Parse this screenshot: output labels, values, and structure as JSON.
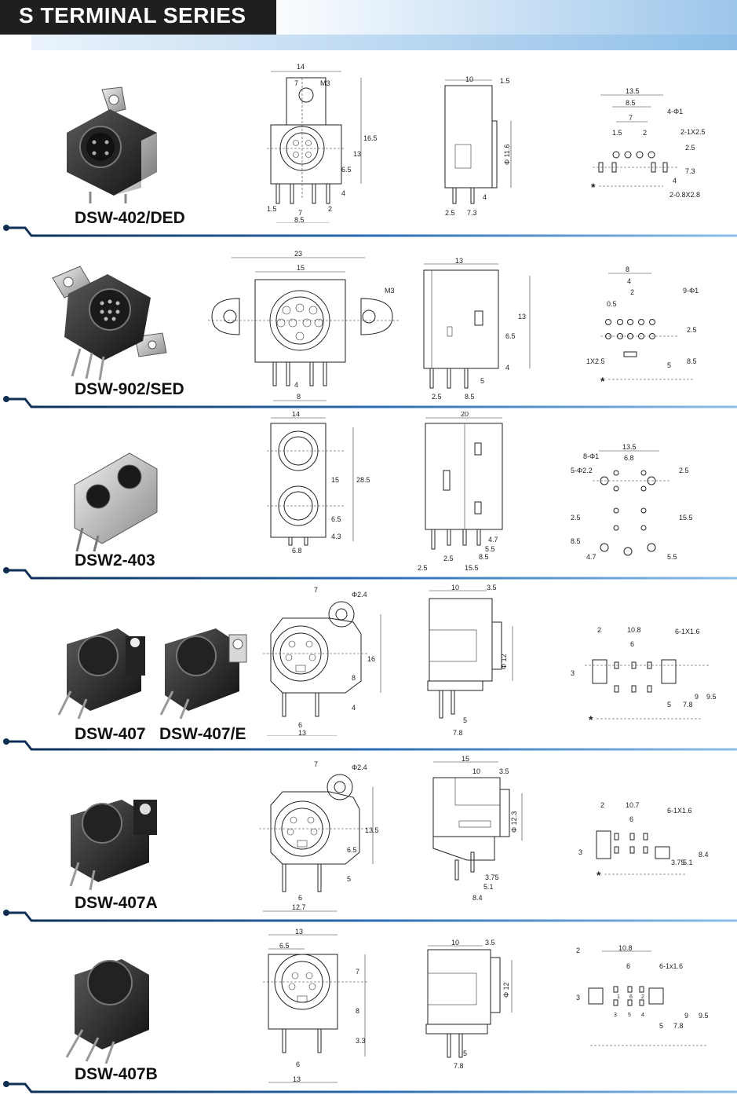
{
  "header": {
    "title": "S TERMINAL SERIES"
  },
  "sections": [
    {
      "model": "DSW-402/DED",
      "front": [
        "14",
        "7",
        "M3",
        "16.5",
        "13",
        "6.5",
        "4",
        "1.5",
        "7",
        "2",
        "8.5"
      ],
      "side": [
        "10",
        "1.5",
        "Φ 11.6",
        "4",
        "2.5",
        "7.3"
      ],
      "pcb": [
        "13.5",
        "8.5",
        "7",
        "4-Φ1",
        "1.5",
        "2",
        "2-1X2.5",
        "2.5",
        "7.3",
        "4",
        "2-0.8X2.8",
        "*"
      ]
    },
    {
      "model": "DSW-902/SED",
      "front": [
        "23",
        "15",
        "M3",
        "4",
        "8"
      ],
      "side": [
        "13",
        "13",
        "6.5",
        "4",
        "5",
        "2.5",
        "8.5"
      ],
      "pcb": [
        "8",
        "4",
        "2",
        "0.5",
        "9-Φ1",
        "2.5",
        "1X2.5",
        "5",
        "8.5",
        "*"
      ]
    },
    {
      "model": "DSW2-403",
      "front": [
        "14",
        "28.5",
        "15",
        "6.5",
        "4.3",
        "6.8"
      ],
      "side": [
        "20",
        "4.7",
        "5.5",
        "8.5",
        "2.5",
        "15.5",
        "2.5"
      ],
      "pcb": [
        "13.5",
        "6.8",
        "8-Φ1",
        "5-Φ2.2",
        "2.5",
        "2.5",
        "15.5",
        "8.5",
        "4.7",
        "5.5"
      ]
    },
    {
      "model_a": "DSW-407",
      "model_b": "DSW-407/E",
      "front": [
        "7",
        "Φ2.4",
        "16",
        "8",
        "4",
        "6",
        "13"
      ],
      "side": [
        "10",
        "3.5",
        "Φ 12",
        "5",
        "7.8"
      ],
      "pcb": [
        "2",
        "10.8",
        "6-1X1.6",
        "6",
        "3",
        "5",
        "7.8",
        "9",
        "9.5",
        "*"
      ]
    },
    {
      "model": "DSW-407A",
      "front": [
        "7",
        "Φ2.4",
        "13.5",
        "6.5",
        "5",
        "6",
        "12.7"
      ],
      "side": [
        "15",
        "10",
        "3.5",
        "Φ 12.3",
        "3.75",
        "5.1",
        "8.4"
      ],
      "pcb": [
        "2",
        "10.7",
        "6-1X1.6",
        "6",
        "3",
        "3.75",
        "5.1",
        "8.4",
        "*"
      ]
    },
    {
      "model": "DSW-407B",
      "front": [
        "13",
        "6.5",
        "7",
        "8",
        "3.3",
        "6",
        "13"
      ],
      "side": [
        "10",
        "3.5",
        "Φ 12",
        "5",
        "7.8"
      ],
      "pcb": [
        "2",
        "10.8",
        "6",
        "6-1x1.6",
        "3",
        "1",
        "6",
        "2",
        "3",
        "5",
        "4",
        "5",
        "7.8",
        "9",
        "9.5"
      ]
    }
  ],
  "colors": {
    "title_bg": "#1f1f1f",
    "accent_blue": "#2a6db3",
    "dark_navy": "#0d2d52"
  }
}
